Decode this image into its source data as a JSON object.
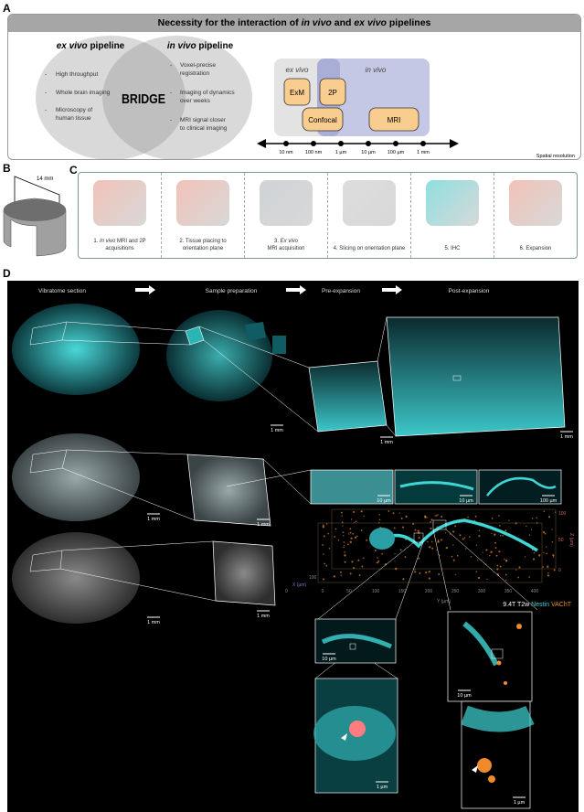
{
  "panels": {
    "a": "A",
    "b": "B",
    "c": "C",
    "d": "D"
  },
  "panel_a": {
    "title_parts": [
      "Necessity for the interaction of ",
      "in vivo",
      " and ",
      "ex vivo",
      " pipelines"
    ],
    "ex_vivo": {
      "title_italic": "ex vivo",
      "title_rest": " pipeline",
      "items": [
        "High throughput",
        "Whole brain imaging",
        "Microscopy of",
        "human tissue"
      ]
    },
    "in_vivo": {
      "title_italic": "in vivo",
      "title_rest": " pipeline",
      "items": [
        "Voxel-precise",
        "registration",
        "Imaging of dynamics",
        "over weeks",
        "MRI signal closer",
        "to clinical imaging"
      ]
    },
    "bridge": "BRIDGE",
    "region_labels": {
      "ex": "ex vivo",
      "in": "in vivo"
    },
    "methods": [
      "ExM",
      "2P",
      "Confocal",
      "MRI"
    ],
    "axis_ticks": [
      "10 nm",
      "100 nm",
      "1 µm",
      "10 µm",
      "100 µm",
      "1 mm"
    ],
    "axis_label": "Spatial resolution",
    "colors": {
      "header": "#a6a6a6",
      "venn": "#d9d9d9",
      "overlap": "#bfbfbf",
      "invivo": "#c5c8e4",
      "exvivo": "#e3e3e3",
      "method": "#f9cc8f"
    }
  },
  "panel_b": {
    "dimension": "14 mm"
  },
  "panel_c": {
    "steps": [
      {
        "num": "1. ",
        "italic": "In vivo",
        "rest": " MRI and 2P",
        "line2": "acquisitions"
      },
      {
        "num": "2. ",
        "italic": "",
        "rest": "Tissue placing to",
        "line2": "orientation plane"
      },
      {
        "num": "3. ",
        "italic": "Ex vivo",
        "rest": "",
        "line2": "MRI acquisition"
      },
      {
        "num": "4. ",
        "italic": "",
        "rest": "Slicing on orientation plane",
        "line2": ""
      },
      {
        "num": "5. ",
        "italic": "",
        "rest": "IHC",
        "line2": ""
      },
      {
        "num": "6. ",
        "italic": "",
        "rest": "Expansion",
        "line2": ""
      }
    ]
  },
  "panel_d": {
    "stages": [
      "Vibratome section",
      "Sample preparation",
      "Pre-expansion",
      "Post-expansion"
    ],
    "scale_bars": {
      "mm": "1 mm",
      "um10": "10 µm",
      "um100": "100 µm",
      "um1": "1 µm"
    },
    "render3d": {
      "x_label": "X (µm)",
      "y_label": "Y (µm)",
      "z_label": "Z (µm)",
      "y_ticks": [
        "0",
        "50",
        "100",
        "150",
        "200",
        "250",
        "300",
        "350",
        "400"
      ],
      "x_ticks": [
        "0",
        "100"
      ],
      "z_ticks": [
        "0",
        "50",
        "100"
      ]
    },
    "legend": {
      "mri": "9.4T T2w",
      "nestin": "Nestin",
      "vacht": "VAChT"
    },
    "colors": {
      "nestin": "#3fd6d6",
      "vacht": "#f08a2a",
      "bg": "#000000"
    }
  }
}
